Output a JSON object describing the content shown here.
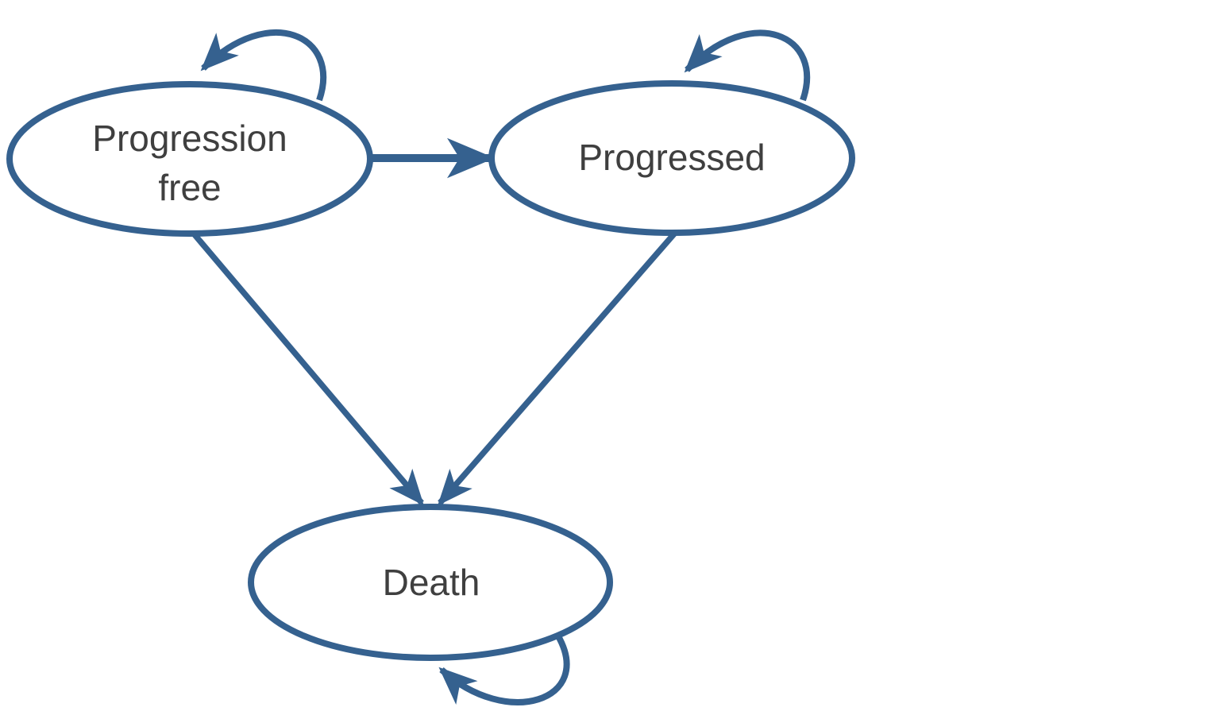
{
  "diagram": {
    "type": "state-transition-diagram",
    "description": "Three-state Markov model",
    "colors": {
      "shape_blue": "#35618F",
      "label_gray": "#3F3F3F",
      "background": "#FFFFFF"
    },
    "nodes": [
      {
        "id": "progression-free",
        "label": "Progression free",
        "label_lines": [
          "Progression",
          "free"
        ]
      },
      {
        "id": "progressed",
        "label": "Progressed"
      },
      {
        "id": "death",
        "label": "Death"
      }
    ],
    "edges": [
      {
        "from": "progression-free",
        "to": "progression-free",
        "kind": "self-loop"
      },
      {
        "from": "progressed",
        "to": "progressed",
        "kind": "self-loop"
      },
      {
        "from": "death",
        "to": "death",
        "kind": "self-loop"
      },
      {
        "from": "progression-free",
        "to": "progressed",
        "kind": "transition"
      },
      {
        "from": "progression-free",
        "to": "death",
        "kind": "transition"
      },
      {
        "from": "progressed",
        "to": "death",
        "kind": "transition"
      }
    ]
  }
}
